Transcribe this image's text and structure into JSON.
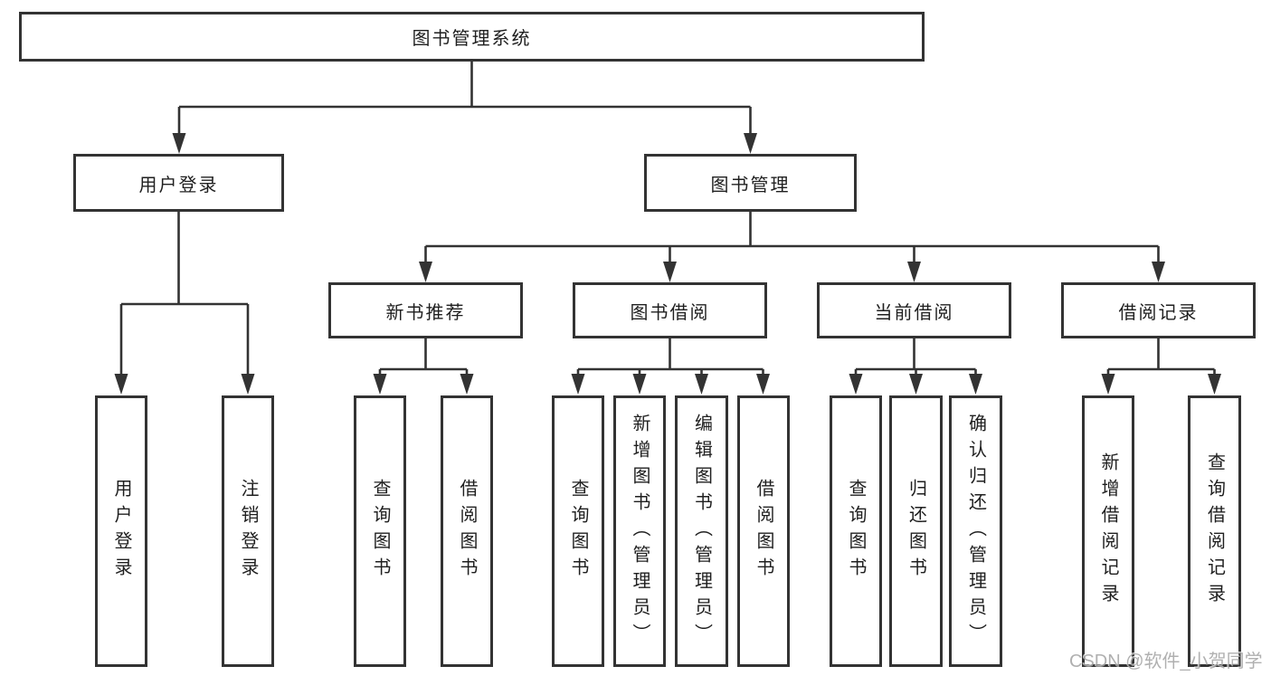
{
  "tree": {
    "root": {
      "label": "图书管理系统"
    },
    "branches": [
      {
        "label": "用户登录",
        "children": [
          {
            "label": "用户登录"
          },
          {
            "label": "注销登录"
          }
        ]
      },
      {
        "label": "图书管理",
        "children": [
          {
            "label": "新书推荐",
            "children": [
              {
                "label": "查询图书"
              },
              {
                "label": "借阅图书"
              }
            ]
          },
          {
            "label": "图书借阅",
            "children": [
              {
                "label": "查询图书"
              },
              {
                "label": "新增图书（管理员）"
              },
              {
                "label": "编辑图书（管理员）"
              },
              {
                "label": "借阅图书"
              }
            ]
          },
          {
            "label": "当前借阅",
            "children": [
              {
                "label": "查询图书"
              },
              {
                "label": "归还图书"
              },
              {
                "label": "确认归还（管理员）"
              }
            ]
          },
          {
            "label": "借阅记录",
            "children": [
              {
                "label": "新增借阅记录"
              },
              {
                "label": "查询借阅记录"
              }
            ]
          }
        ]
      }
    ]
  },
  "watermark": {
    "text": "CSDN @软件_小贺同学"
  },
  "colors": {
    "line": "#333333",
    "box_border": "#333333",
    "text": "#1f1f1f",
    "background": "#ffffff",
    "watermark": "#a3a3a3"
  }
}
